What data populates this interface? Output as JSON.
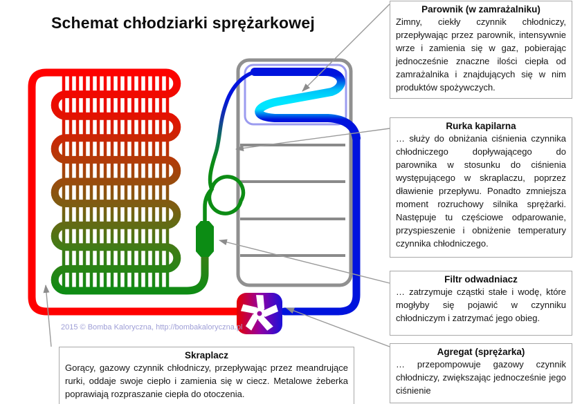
{
  "title": "Schemat chłodziarki sprężarkowej",
  "copyright": "2015 © Bomba Kaloryczna, http://bombakaloryczna.pl",
  "boxes": {
    "parownik": {
      "title": "Parownik (w zamrażalniku)",
      "body": "Zimny, ciekły czynnik chłodniczy, przepływając przez parownik, intensywnie wrze i zamienia się w gaz, pobierając jednocześnie znaczne ilości ciepła od zamrażalnika i znajdujących się w nim produktów spożywczych."
    },
    "rurka": {
      "title": "Rurka kapilarna",
      "body": "… służy do obniżania ciśnienia czynnika chłodniczego dopływającego do parownika w stosunku do ciśnienia występującego w skraplaczu, poprzez dławienie przepływu. Ponadto zmniejsza moment rozruchowy silnika sprężarki. Następuje tu częściowe odparowanie, przyspieszenie i obniżenie temperatury czynnika chłodniczego."
    },
    "filtr": {
      "title": "Filtr odwadniacz",
      "body": "… zatrzymuje cząstki stałe i wodę, które mogłyby się pojawić w czynniku chłodniczym i zatrzymać jego obieg."
    },
    "agregat": {
      "title": "Agregat (sprężarka)",
      "body": "… przepompowuje gazowy czynnik chłodniczy, zwiększając jednocześnie jego ciśnienie"
    },
    "skraplacz": {
      "title": "Skraplacz",
      "body": "Gorący, gazowy czynnik chłodniczy, przepływając przez meandrujące rurki, oddaje swoje ciepło i zamienia się w ciecz. Metalowe żeberka poprawiają rozpraszanie ciepła do otoczenia."
    }
  },
  "diagram": {
    "components": [
      "parownik",
      "rurka kapilarna",
      "filtr odwadniacz",
      "agregat (sprężarka)",
      "skraplacz"
    ],
    "shelf_count": 4
  },
  "colors": {
    "hot_red": "#ff0000",
    "cool_green": "#0c8c14",
    "cold_blue": "#0013dd",
    "boiling_cyan": "#00e5ff",
    "compressor_purple": "#9500a0",
    "compressor_blue": "#1b10d8",
    "compressor_red": "#e60000",
    "fridge_gray": "#909090",
    "shelf_gray": "#8a8a8a",
    "freezer_border": "#9b9bef",
    "arrow_gray": "#9a9a9a",
    "box_border": "#a8a8a8",
    "copyright_color": "#9e9ed6"
  }
}
